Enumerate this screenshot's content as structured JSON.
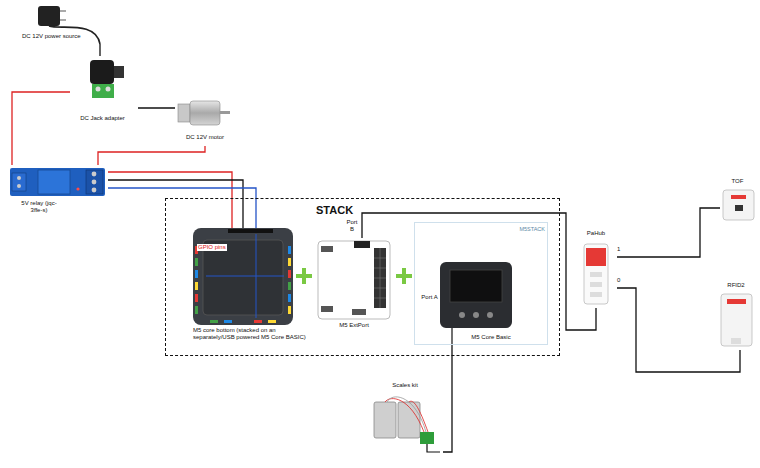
{
  "diagram": {
    "nodes": [
      {
        "text": [
          "DC 12V power source"
        ]
      },
      {
        "text": [
          "DC Jack adapter"
        ]
      },
      {
        "text": [
          "DC 12V motor"
        ]
      },
      {
        "text": [
          "5V relay (jqc-3ffe-s)"
        ]
      },
      {
        "text": [
          "STACK"
        ]
      },
      {
        "text": [
          "M5 core bottom (stacked on an separately/USB powered M5 Core BASIC)"
        ],
        "in": 4
      },
      {
        "text": [
          "M5 ExtPort"
        ],
        "in": 4
      },
      {
        "text": [
          "M5STACK",
          "M5 Core Basic"
        ],
        "in": 4
      },
      {
        "text": [
          "PaHub"
        ]
      },
      {
        "text": [
          "TOF"
        ]
      },
      {
        "text": [
          "RFID2"
        ]
      },
      {
        "text": [
          "Scales kit"
        ]
      }
    ],
    "edges": [
      {
        "from": 0,
        "to": 1,
        "arrow": "none"
      },
      {
        "from": 1,
        "to": 2,
        "arrow": "none"
      },
      {
        "from": 1,
        "to": 3,
        "arrow": "none"
      },
      {
        "from": 3,
        "to": 2,
        "arrow": "none"
      },
      {
        "from": 3,
        "to": 5,
        "arrow": "none"
      },
      {
        "from": 3,
        "to": 5,
        "arrow": "none"
      },
      {
        "from": 3,
        "to": 5,
        "arrow": "none"
      },
      {
        "from": 6,
        "to": 8,
        "arrow": "none"
      },
      {
        "from": 8,
        "to": 9,
        "arrow": "none"
      },
      {
        "from": 8,
        "to": 10,
        "arrow": "none"
      },
      {
        "from": 7,
        "to": 11,
        "arrow": "none"
      }
    ],
    "labels": [
      "GPIO pins",
      "Port B",
      "Port A",
      "1",
      "0"
    ]
  }
}
